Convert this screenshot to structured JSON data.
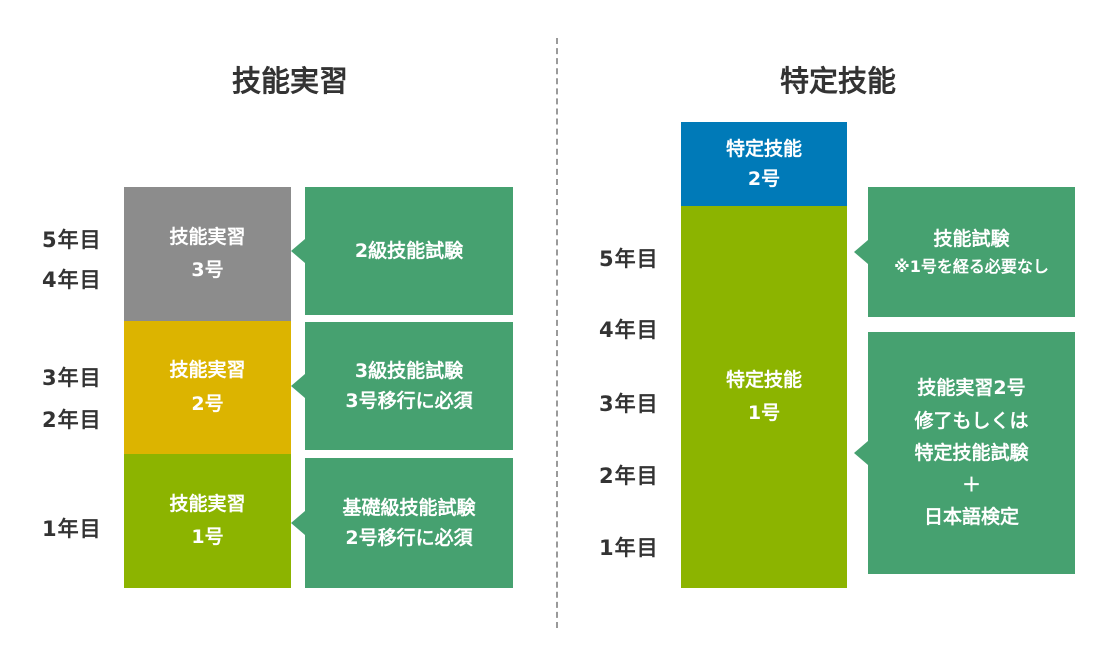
{
  "left": {
    "title": "技能実習",
    "years": [
      "5年目",
      "4年目",
      "3年目",
      "2年目",
      "1年目"
    ],
    "stages": [
      {
        "lines": [
          "技能実習",
          "3号"
        ],
        "color": "#8c8c8c"
      },
      {
        "lines": [
          "技能実習",
          "2号"
        ],
        "color": "#dcb400"
      },
      {
        "lines": [
          "技能実習",
          "1号"
        ],
        "color": "#8cb400"
      }
    ],
    "exams": [
      {
        "lines": [
          "2級技能試験"
        ]
      },
      {
        "lines": [
          "3級技能試験",
          "3号移行に必須"
        ]
      },
      {
        "lines": [
          "基礎級技能試験",
          "2号移行に必須"
        ]
      }
    ]
  },
  "right": {
    "title": "特定技能",
    "years": [
      "5年目",
      "4年目",
      "3年目",
      "2年目",
      "1年目"
    ],
    "stages": [
      {
        "lines": [
          "特定技能",
          "2号"
        ],
        "color": "#007ab8"
      },
      {
        "lines": [
          "特定技能",
          "1号"
        ],
        "color": "#8cb400"
      }
    ],
    "exams": [
      {
        "lines": [
          "技能試験",
          "※1号を経る必要なし"
        ]
      },
      {
        "lines": [
          "技能実習2号",
          "修了もしくは",
          "特定技能試験",
          "＋",
          "日本語検定"
        ]
      }
    ]
  },
  "colors": {
    "callout": "#46a170",
    "divider": "#9a9a9a",
    "text": "#333333"
  }
}
